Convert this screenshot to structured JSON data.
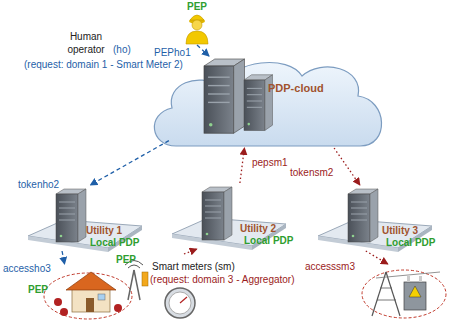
{
  "diagram": {
    "nodes": [
      {
        "text": [
          "PEP"
        ]
      },
      {
        "text": [
          "PDP-cloud"
        ]
      },
      {
        "text": [
          "Utility 1",
          "Local PDP"
        ]
      },
      {
        "text": [
          "Utility 2",
          "Local PDP"
        ]
      },
      {
        "text": [
          "Utility 3",
          "Local PDP"
        ]
      },
      {
        "text": [
          "PEP"
        ]
      },
      {
        "text": [
          "PEP"
        ]
      },
      {
        "text": []
      }
    ],
    "edges": [
      {
        "from": 0,
        "to": 1,
        "label": "PEPho1",
        "arrow": "to"
      },
      {
        "from": 1,
        "to": 2,
        "label": "tokenho2",
        "arrow": "to"
      },
      {
        "from": 2,
        "to": 5,
        "label": "accessho3",
        "arrow": "to"
      },
      {
        "from": 6,
        "to": 3,
        "arrow": "to"
      },
      {
        "from": 3,
        "to": 1,
        "label": "pepsm1",
        "arrow": "to"
      },
      {
        "from": 1,
        "to": 4,
        "label": "tokensm2",
        "arrow": "to"
      },
      {
        "from": 4,
        "to": 7,
        "label": "accesssm3",
        "arrow": "to"
      }
    ],
    "labels": [
      "Human operator",
      "(ho)",
      "(request: domain 1 - Smart Meter 2)",
      "Smart meters (sm)",
      "(request: domain 3 - Aggregator)"
    ]
  }
}
